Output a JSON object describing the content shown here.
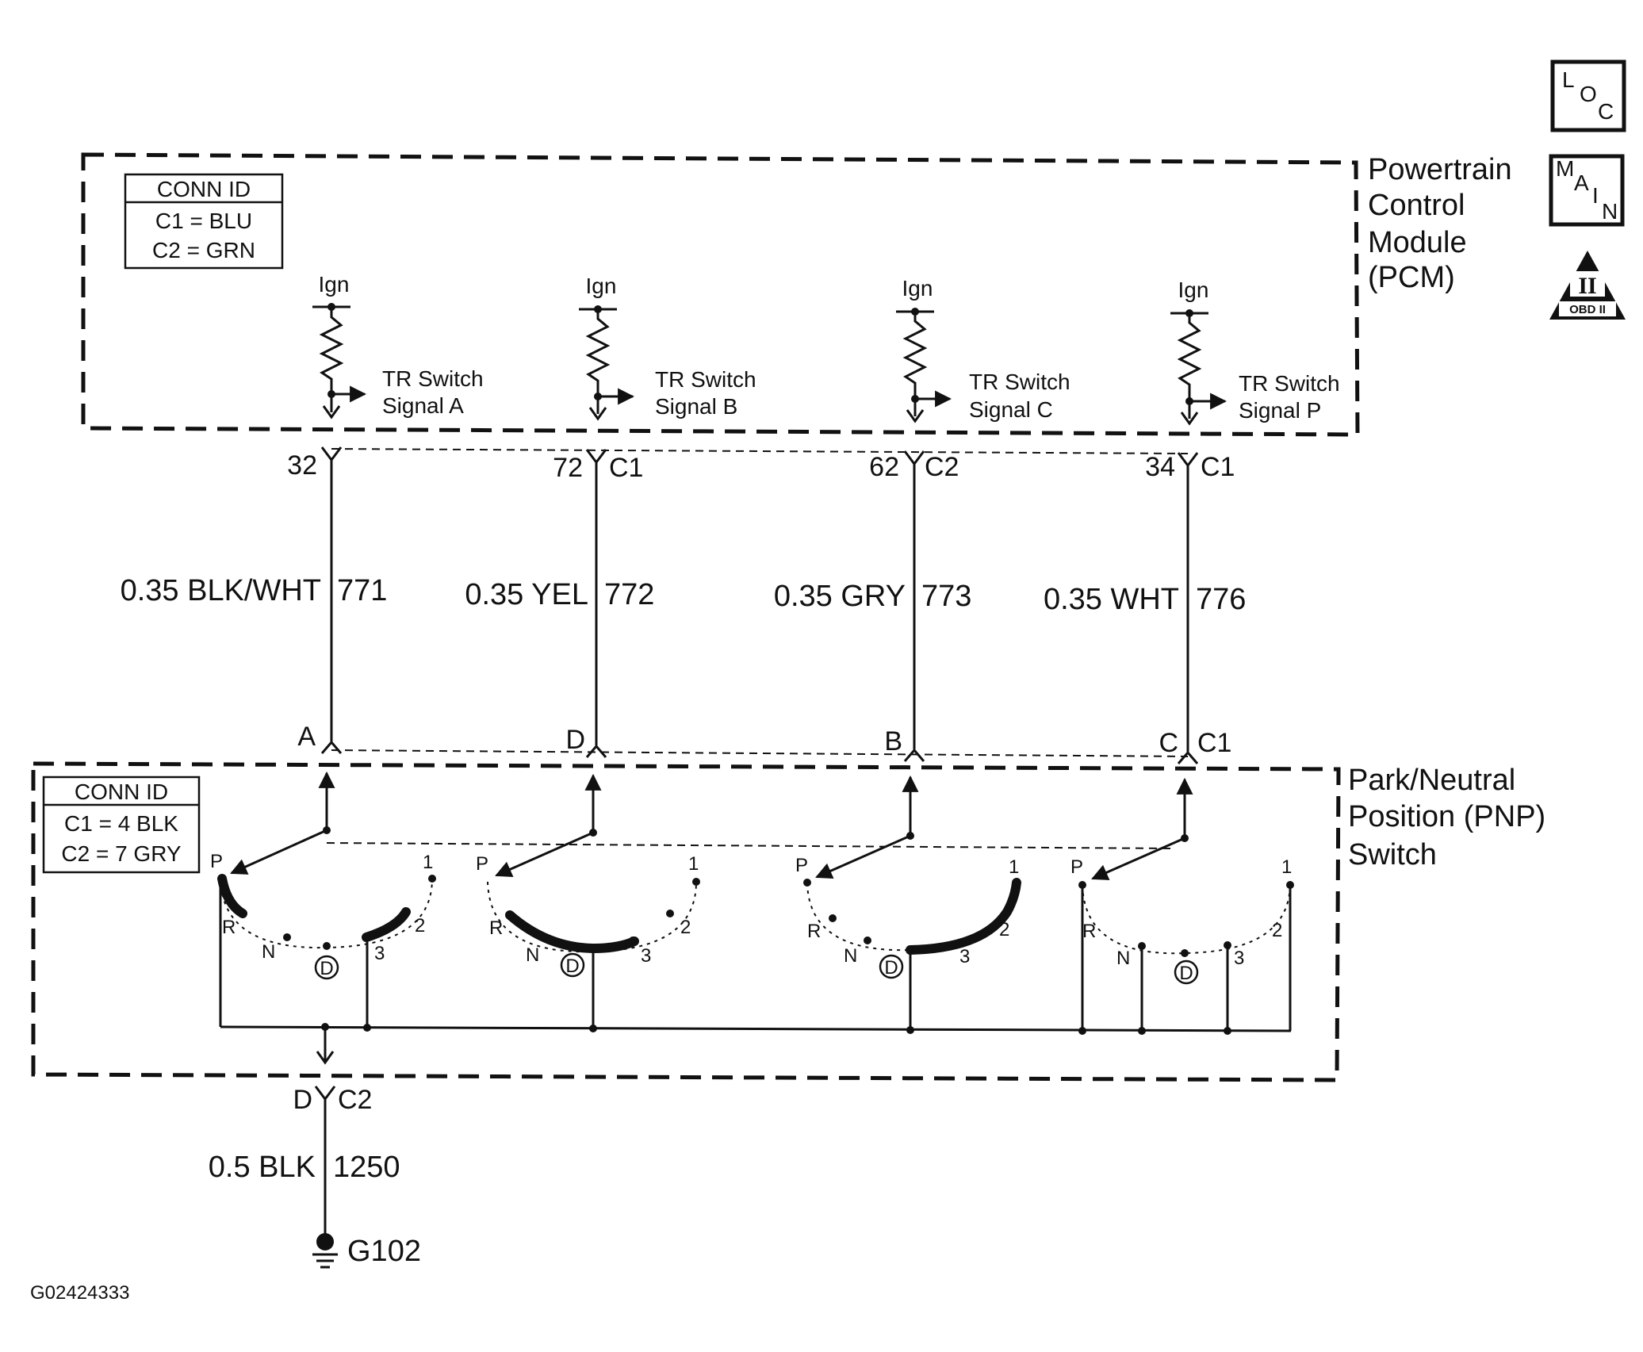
{
  "pcm": {
    "title_lines": [
      "Powertrain",
      "Control",
      "Module",
      "(PCM)"
    ],
    "conn_id": {
      "header": "CONN ID",
      "rows": [
        "C1 = BLU",
        "C2 = GRN"
      ]
    },
    "ign_label": "Ign",
    "signals": [
      {
        "line1": "TR Switch",
        "line2": "Signal A"
      },
      {
        "line1": "TR Switch",
        "line2": "Signal B"
      },
      {
        "line1": "TR Switch",
        "line2": "Signal C"
      },
      {
        "line1": "TR Switch",
        "line2": "Signal P"
      }
    ],
    "pins": [
      {
        "pin": "32",
        "conn": ""
      },
      {
        "pin": "72",
        "conn": "C1"
      },
      {
        "pin": "62",
        "conn": "C2"
      },
      {
        "pin": "34",
        "conn": "C1"
      }
    ]
  },
  "wires": [
    {
      "spec": "0.35 BLK/WHT",
      "circuit": "771"
    },
    {
      "spec": "0.35 YEL",
      "circuit": "772"
    },
    {
      "spec": "0.35 GRY",
      "circuit": "773"
    },
    {
      "spec": "0.35 WHT",
      "circuit": "776"
    }
  ],
  "pnp": {
    "title_lines": [
      "Park/Neutral",
      "Position (PNP)",
      "Switch"
    ],
    "conn_id": {
      "header": "CONN ID",
      "rows": [
        "C1 = 4 BLK",
        "C2 = 7 GRY"
      ]
    },
    "pins": [
      {
        "pin": "A",
        "conn": ""
      },
      {
        "pin": "D",
        "conn": ""
      },
      {
        "pin": "B",
        "conn": ""
      },
      {
        "pin": "C",
        "conn": "C1"
      }
    ],
    "positions": {
      "p": "P",
      "r": "R",
      "n": "N",
      "d": "D",
      "three": "3",
      "two": "2",
      "one": "1"
    }
  },
  "ground": {
    "pin": "D",
    "conn": "C2",
    "wire_spec": "0.5 BLK",
    "circuit": "1250",
    "label": "G102"
  },
  "figure_id": "G02424333",
  "side_icons": {
    "loc": [
      "L",
      "O",
      "C"
    ],
    "main": [
      "M",
      "A",
      "I",
      "N"
    ],
    "obd_numeral": "II",
    "obd_text": "OBD II"
  }
}
